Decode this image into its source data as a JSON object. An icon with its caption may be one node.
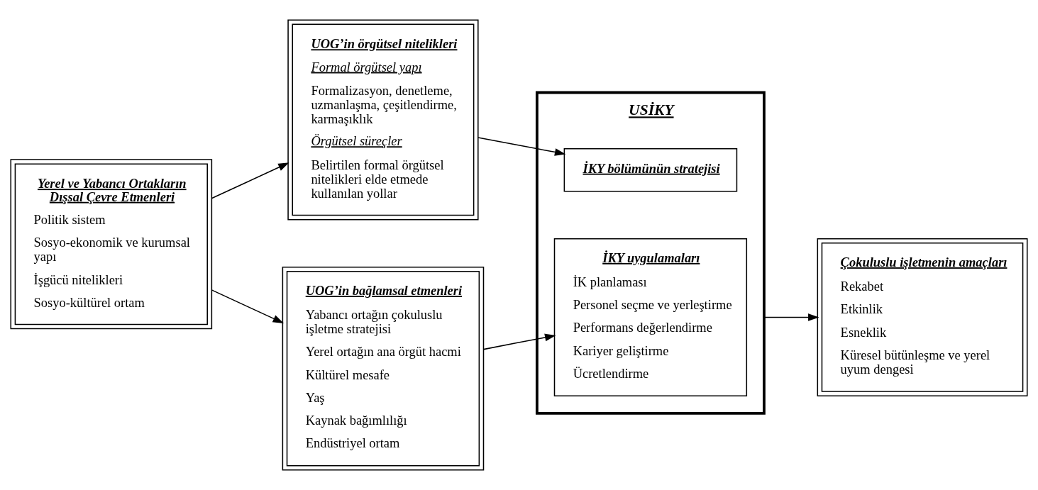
{
  "diagram": {
    "nodes": [
      {
        "text": [
          "Yerel ve Yabancı Ortakların Dışsal Çevre Etmenleri",
          "Politik sistem",
          "Sosyo-ekonomik ve kurumsal yapı",
          "İşgücü nitelikleri",
          "Sosyo-kültürel ortam"
        ]
      },
      {
        "text": [
          "UOG’in örgütsel nitelikleri",
          "Formal örgütsel yapı",
          "Formalizasyon, denetleme, uzmanlaşma, çeşitlendirme, karmaşıklık",
          "Örgütsel süreçler",
          "Belirtilen formal örgütsel nitelikleri elde etmede kullanılan yollar"
        ]
      },
      {
        "text": [
          "UOG’in bağlamsal etmenleri",
          "Yabancı ortağın çokuluslu işletme stratejisi",
          "Yerel ortağın ana örgüt hacmi",
          "Kültürel mesafe",
          "Yaş",
          "Kaynak bağımlılığı",
          "Endüstriyel ortam"
        ]
      },
      {
        "text": [
          "USİKY"
        ]
      },
      {
        "text": [
          "İKY bölümünün stratejisi"
        ],
        "in": 3
      },
      {
        "text": [
          "İKY uygulamaları",
          "İK planlaması",
          "Personel seçme ve yerleştirme",
          "Performans değerlendirme",
          "Kariyer geliştirme",
          "Ücretlendirme"
        ],
        "in": 3
      },
      {
        "text": [
          "Çokuluslu işletmenin amaçları",
          "Rekabet",
          "Etkinlik",
          "Esneklik",
          "Küresel bütünleşme ve yerel uyum dengesi"
        ]
      }
    ],
    "edges": [
      {
        "from": 0,
        "to": 1,
        "arrow": "to"
      },
      {
        "from": 0,
        "to": 2,
        "arrow": "to"
      },
      {
        "from": 1,
        "to": 4,
        "arrow": "to"
      },
      {
        "from": 2,
        "to": 5,
        "arrow": "to"
      },
      {
        "from": 3,
        "to": 6,
        "arrow": "to"
      }
    ]
  }
}
